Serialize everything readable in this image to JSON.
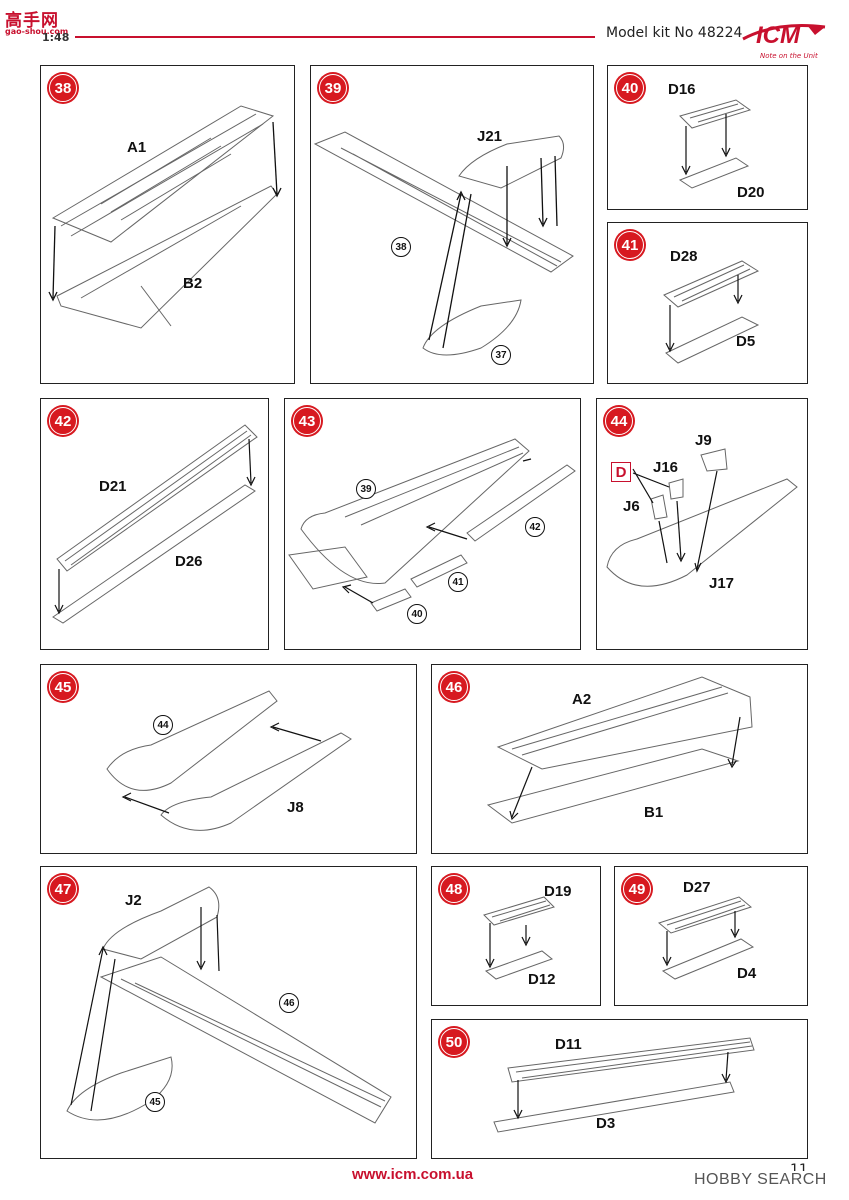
{
  "header": {
    "scale": "1:48",
    "kit_number": "Model kit No 48224",
    "brand": "ICM",
    "slogan": "Note on the Unit"
  },
  "watermark_top": {
    "title": "高手网",
    "url": "gao-shou.com"
  },
  "panels": [
    {
      "step": "38",
      "labels": [
        "A1",
        "B2"
      ]
    },
    {
      "step": "39",
      "labels": [
        "J21"
      ],
      "refs": [
        "38",
        "37"
      ]
    },
    {
      "step": "40",
      "labels": [
        "D16",
        "D20"
      ]
    },
    {
      "step": "41",
      "labels": [
        "D28",
        "D5"
      ]
    },
    {
      "step": "42",
      "labels": [
        "D21",
        "D26"
      ]
    },
    {
      "step": "43",
      "labels": [],
      "refs": [
        "39",
        "42",
        "41",
        "40"
      ]
    },
    {
      "step": "44",
      "labels": [
        "J9",
        "J16",
        "J6",
        "J17"
      ],
      "box": "D"
    },
    {
      "step": "45",
      "labels": [
        "J8"
      ],
      "refs": [
        "44"
      ]
    },
    {
      "step": "46",
      "labels": [
        "A2",
        "B1"
      ]
    },
    {
      "step": "47",
      "labels": [
        "J2"
      ],
      "refs": [
        "46",
        "45"
      ]
    },
    {
      "step": "48",
      "labels": [
        "D19",
        "D12"
      ]
    },
    {
      "step": "49",
      "labels": [
        "D27",
        "D4"
      ]
    },
    {
      "step": "50",
      "labels": [
        "D11",
        "D3"
      ]
    }
  ],
  "footer": {
    "url": "www.icm.com.ua",
    "page": "11",
    "watermark": "HOBBY SEARCH"
  },
  "colors": {
    "accent": "#d71920",
    "line": "#222222"
  }
}
